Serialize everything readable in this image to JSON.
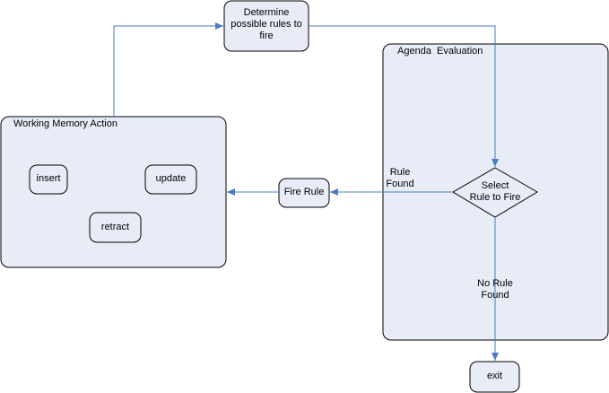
{
  "nodes": {
    "determine": "Determine\npossible rules to\nfire",
    "working_memory_title": "Working Memory Action",
    "insert": "insert",
    "update": "update",
    "retract": "retract",
    "agenda_title": "Agenda  Evaluation",
    "select": "Select\nRule to Fire",
    "fire_rule": "Fire Rule",
    "exit": "exit"
  },
  "edges": {
    "rule_found": "Rule\nFound",
    "no_rule_found": "No Rule\nFound"
  },
  "colors": {
    "box_fill": "#e7ecf7",
    "stroke": "#000000",
    "arrow": "#4a7cc4"
  }
}
